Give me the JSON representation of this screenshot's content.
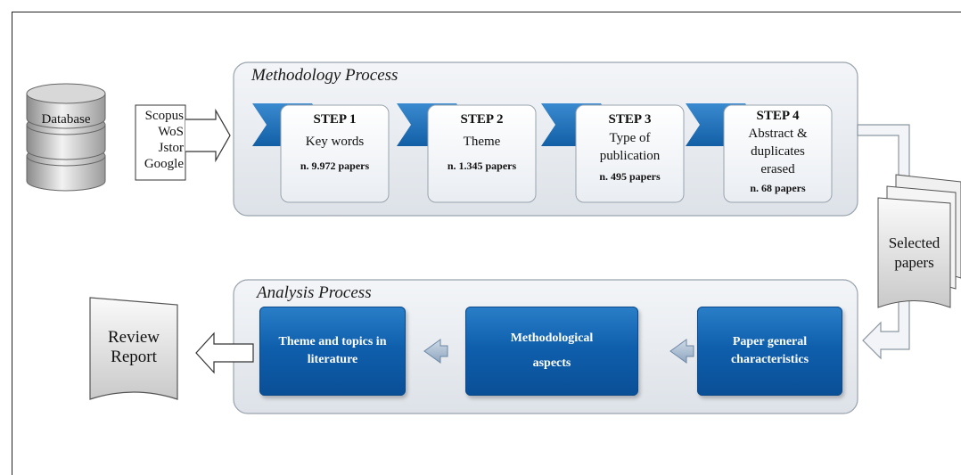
{
  "methodology": {
    "title": "Methodology Process",
    "database_label": "Database",
    "sources": [
      "Scopus",
      "WoS",
      "Jstor",
      "Google"
    ],
    "steps": [
      {
        "title": "STEP 1",
        "desc": [
          "Key words"
        ],
        "count": "n. 9.972 papers"
      },
      {
        "title": "STEP 2",
        "desc": [
          "Theme"
        ],
        "count": "n. 1.345 papers"
      },
      {
        "title": "STEP 3",
        "desc": [
          "Type of",
          "publication"
        ],
        "count": "n. 495 papers"
      },
      {
        "title": "STEP 4",
        "desc": [
          "Abstract &",
          "duplicates",
          "erased"
        ],
        "count": "n. 68 papers"
      }
    ]
  },
  "selected_papers": {
    "line1": "Selected",
    "line2": "papers"
  },
  "analysis": {
    "title": "Analysis Process",
    "boxes": [
      {
        "line1": "Theme and topics in",
        "line2": "literature"
      },
      {
        "line1": "Methodological",
        "line2": "aspects"
      },
      {
        "line1": "Paper general",
        "line2": "characteristics"
      }
    ]
  },
  "review_report": {
    "line1": "Review",
    "line2": "Report"
  },
  "colors": {
    "chevron": "#1f6fb8",
    "box_blue": "#0f5fad",
    "panel": "#e6eaef",
    "arrow_fill": "#dfe6ee"
  }
}
